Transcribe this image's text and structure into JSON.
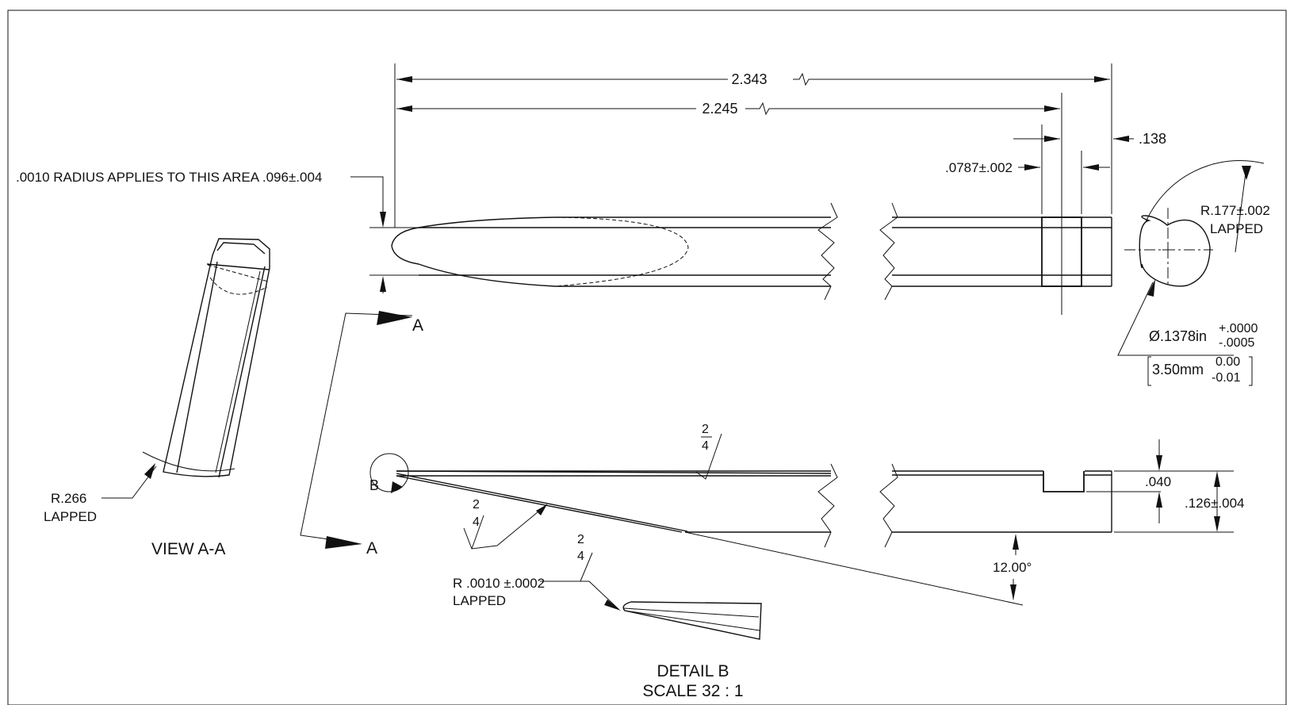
{
  "dimensions": {
    "overall_length": "2.343",
    "tip_length": "2.245",
    "end_offset": ".138",
    "slot_width": ".0787±.002",
    "radius_note": ".0010 RADIUS APPLIES TO THIS AREA .096±.004",
    "end_radius": "R.177±.002",
    "end_radius_finish": "LAPPED",
    "diameter_prefix": "Ø.1378in",
    "diameter_tol_plus": "+.0000",
    "diameter_tol_minus": "-.0005",
    "metric_value": "3.50mm",
    "metric_tol_plus": "0.00",
    "metric_tol_minus": "-0.01",
    "slot_depth": ".040",
    "thickness": ".126±.004",
    "angle": "12.00°"
  },
  "surface_finish": {
    "top": "2",
    "bottom": "4"
  },
  "section": {
    "label": "A",
    "view_title": "VIEW A-A",
    "radius": "R.266",
    "radius_finish": "LAPPED"
  },
  "detail": {
    "label": "B",
    "edge_radius": "R .0010 ±.0002",
    "edge_finish": "LAPPED",
    "title": "DETAIL B",
    "scale": "SCALE 32 : 1"
  }
}
